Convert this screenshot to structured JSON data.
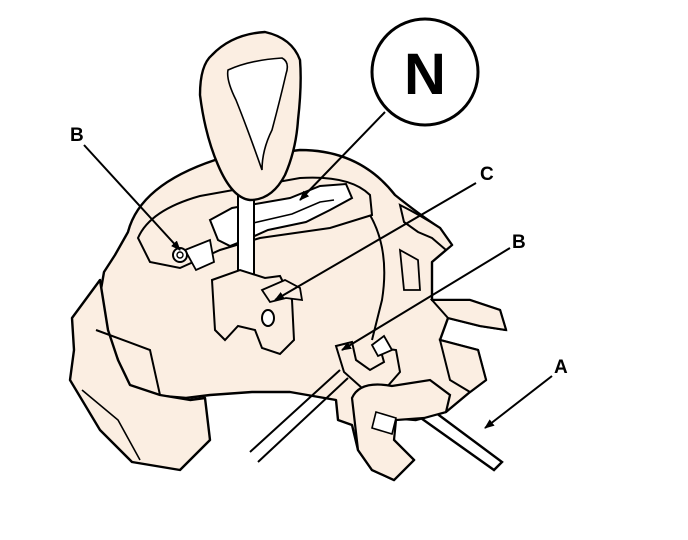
{
  "diagram": {
    "callouts": {
      "n": "N",
      "a": "A",
      "b_left": "B",
      "b_right": "B",
      "c": "C"
    },
    "colors": {
      "line": "#000000",
      "fill": "#fbeee2",
      "background": "#ffffff"
    }
  }
}
